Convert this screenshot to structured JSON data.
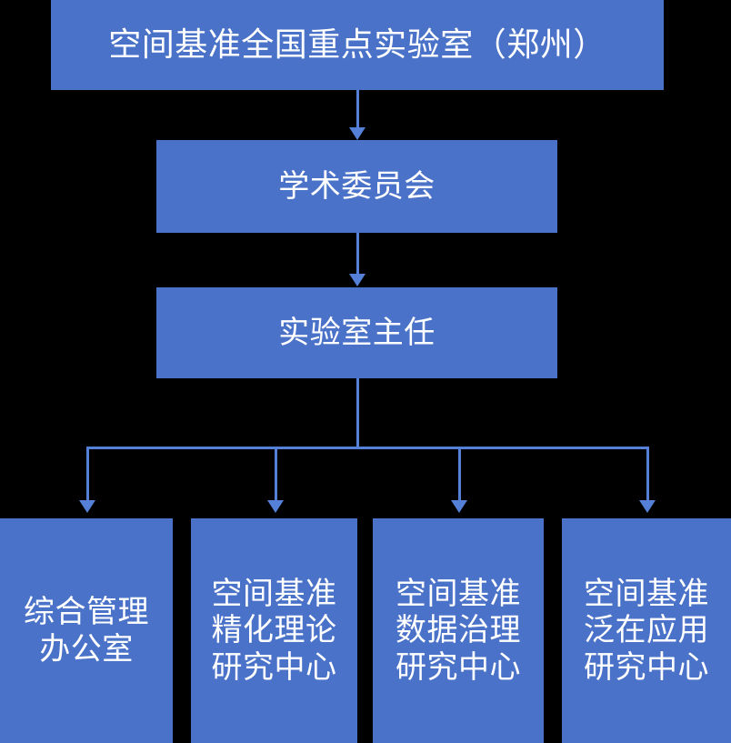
{
  "diagram": {
    "title_text": "空间基准全国重点实验室（郑州）",
    "type": "organization-chart",
    "colors": {
      "node_fill": "#4a72c8",
      "node_text": "#ffffff",
      "connector": "#5580d8",
      "background": "#000000"
    },
    "nodes": {
      "root": {
        "label": "空间基准全国重点实验室（郑州）",
        "level": 0
      },
      "academic_committee": {
        "label": "学术委员会",
        "level": 1
      },
      "lab_director": {
        "label": "实验室主任",
        "level": 2
      },
      "general_office": {
        "label": "综合管理\n办公室",
        "level": 3
      },
      "refinement_theory_center": {
        "label": "空间基准\n精化理论\n研究中心",
        "level": 3
      },
      "data_governance_center": {
        "label": "空间基准\n数据治理\n研究中心",
        "level": 3
      },
      "ubiquitous_application_center": {
        "label": "空间基准\n泛在应用\n研究中心",
        "level": 3
      }
    },
    "edges": [
      {
        "from": "root",
        "to": "academic_committee",
        "style": "arrow"
      },
      {
        "from": "academic_committee",
        "to": "lab_director",
        "style": "arrow"
      },
      {
        "from": "lab_director",
        "to": "general_office",
        "style": "arrow"
      },
      {
        "from": "lab_director",
        "to": "refinement_theory_center",
        "style": "arrow"
      },
      {
        "from": "lab_director",
        "to": "data_governance_center",
        "style": "arrow"
      },
      {
        "from": "lab_director",
        "to": "ubiquitous_application_center",
        "style": "arrow"
      }
    ]
  }
}
